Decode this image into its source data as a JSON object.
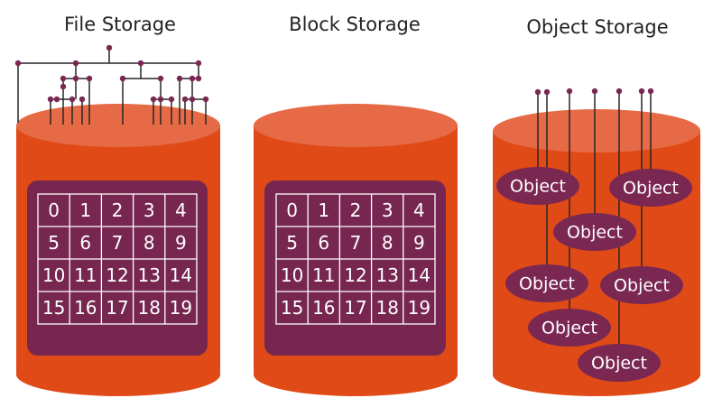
{
  "titles": {
    "file": "File Storage",
    "block": "Block Storage",
    "object": "Object Storage"
  },
  "grid_cells": [
    "0",
    "1",
    "2",
    "3",
    "4",
    "5",
    "6",
    "7",
    "8",
    "9",
    "10",
    "11",
    "12",
    "13",
    "14",
    "15",
    "16",
    "17",
    "18",
    "19"
  ],
  "objects": [
    "Object",
    "Object",
    "Object",
    "Object",
    "Object",
    "Object",
    "Object"
  ],
  "colors": {
    "cylinder_body": "#e04a17",
    "cylinder_top": "#e66a45",
    "panel": "#77264f",
    "connector": "#262626",
    "node": "#7a2852",
    "title_text": "#222222",
    "label_text": "#ffffff"
  }
}
